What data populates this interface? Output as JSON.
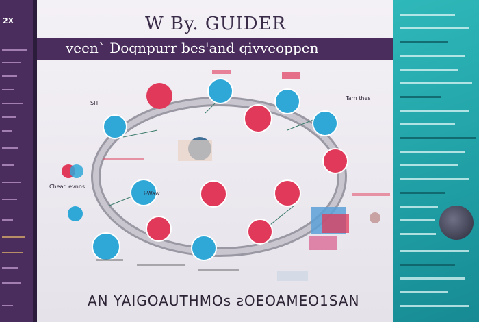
{
  "header": {
    "title": "W By. GUIDER"
  },
  "banner": {
    "text": "veen` Doqnpurr bes'and qivveoppen"
  },
  "left_panel": {
    "title": "2X"
  },
  "footer": {
    "text": "AN YAIGOAUTHMOs ƨOEOAMEO1SAN"
  },
  "labels": {
    "sit": "SIT",
    "node_label": "i-Waw",
    "chead": "Chead evnns",
    "trwn": "Tarn thes"
  },
  "colors": {
    "purple": "#4a2d5c",
    "teal": "#2fb8b9",
    "blue_node": "#2fa8d8",
    "red_node": "#e0395a"
  }
}
